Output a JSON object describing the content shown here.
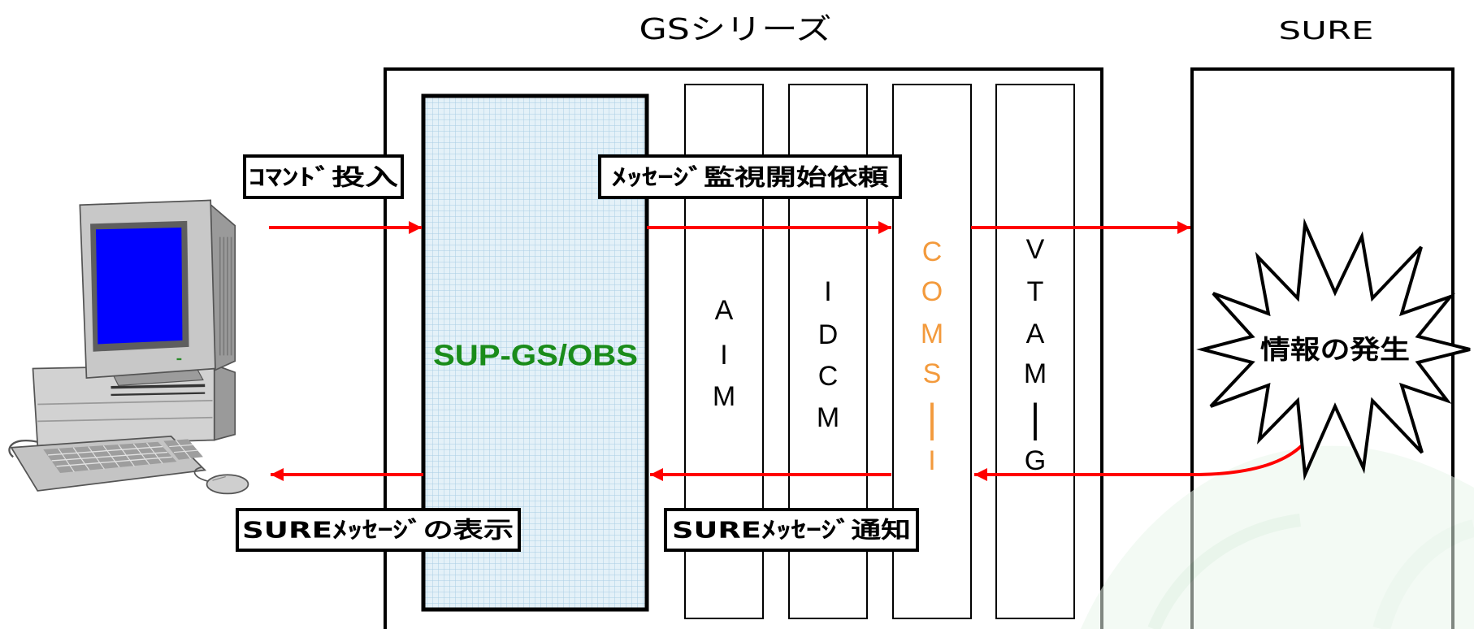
{
  "title": "GSシリーズ",
  "sure_title": "SURE",
  "sup_box": {
    "label": "SUP-GS/OBS"
  },
  "columns": [
    {
      "chars": [
        "A",
        "I",
        "M"
      ]
    },
    {
      "chars": [
        "I",
        "D",
        "C",
        "M"
      ]
    },
    {
      "chars": [
        "C",
        "O",
        "M",
        "S",
        "|",
        "I"
      ]
    },
    {
      "chars": [
        "V",
        "T",
        "A",
        "M",
        "|",
        "G"
      ]
    }
  ],
  "labels": {
    "command_input": "ｺﾏﾝﾄﾞ投入",
    "monitor_request": "ﾒｯｾｰｼﾞ監視開始依頼",
    "message_display": "SUREﾒｯｾｰｼﾞの表示",
    "message_notify": "SUREﾒｯｾｰｼﾞ通知"
  },
  "event": {
    "label": "情報の発生"
  },
  "icons": {
    "terminal": "computer-icon",
    "event": "starburst-icon",
    "arrow": "arrow-icon"
  },
  "colors": {
    "arrow": "#ff0000",
    "sup_text": "#1a8c1a",
    "coms_text": "#f39a3c",
    "column_text": "#000000",
    "sup_fill": "#e4f1f8",
    "sup_grid": "#a9cde4",
    "screen": "#0000ff"
  }
}
